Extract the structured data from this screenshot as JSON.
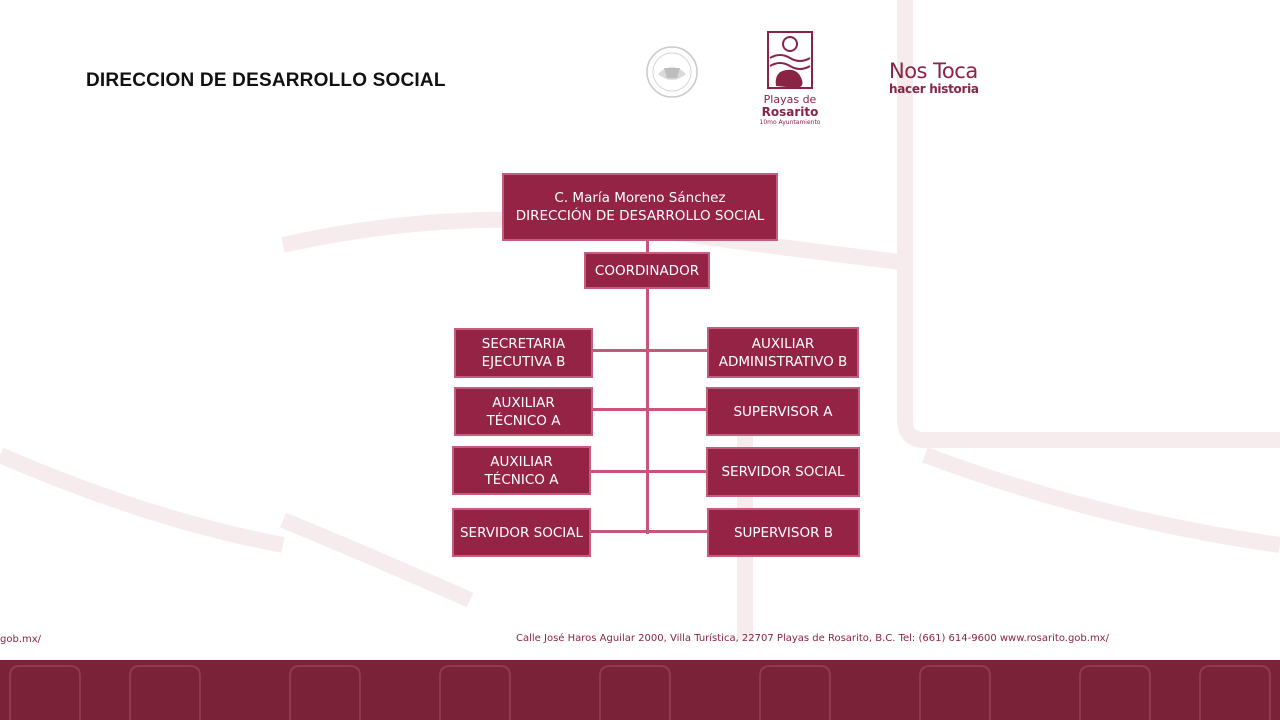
{
  "header": {
    "title": "DIRECCION DE DESARROLLO SOCIAL"
  },
  "logos": {
    "seal_icon": "municipal-seal",
    "rosarito": {
      "icon": "rosarito-logo",
      "line1": "Playas de",
      "line2": "Rosarito",
      "line3": "10mo Ayuntamiento"
    },
    "campaign": {
      "line1": "Nos Toca",
      "line2": "hacer historia"
    }
  },
  "org_chart": {
    "director": {
      "name": "C. María Moreno Sánchez",
      "role": "DIRECCIÓN DE DESARROLLO SOCIAL"
    },
    "coordinator": "COORDINADOR",
    "left_column": [
      [
        "SECRETARIA",
        "EJECUTIVA B"
      ],
      [
        "AUXILIAR",
        "TÉCNICO A"
      ],
      [
        "AUXILIAR",
        "TÉCNICO A"
      ],
      [
        "SERVIDOR SOCIAL"
      ]
    ],
    "right_column": [
      [
        "AUXILIAR",
        "ADMINISTRATIVO B"
      ],
      [
        "SUPERVISOR A"
      ],
      [
        "SERVIDOR SOCIAL"
      ],
      [
        "SUPERVISOR B"
      ]
    ]
  },
  "footer": {
    "address": "Calle José Haros Aguilar 2000, Villa Turística, 22707 Playas de Rosarito, B.C. Tel: (661) 614-9600  www.rosarito.gob.mx/",
    "left_fragment": "gob.mx/"
  },
  "colors": {
    "box_fill": "#952346",
    "box_border": "#c45e7f",
    "connector": "#c8557a",
    "brand": "#8a2444",
    "band": "#7a2238"
  }
}
